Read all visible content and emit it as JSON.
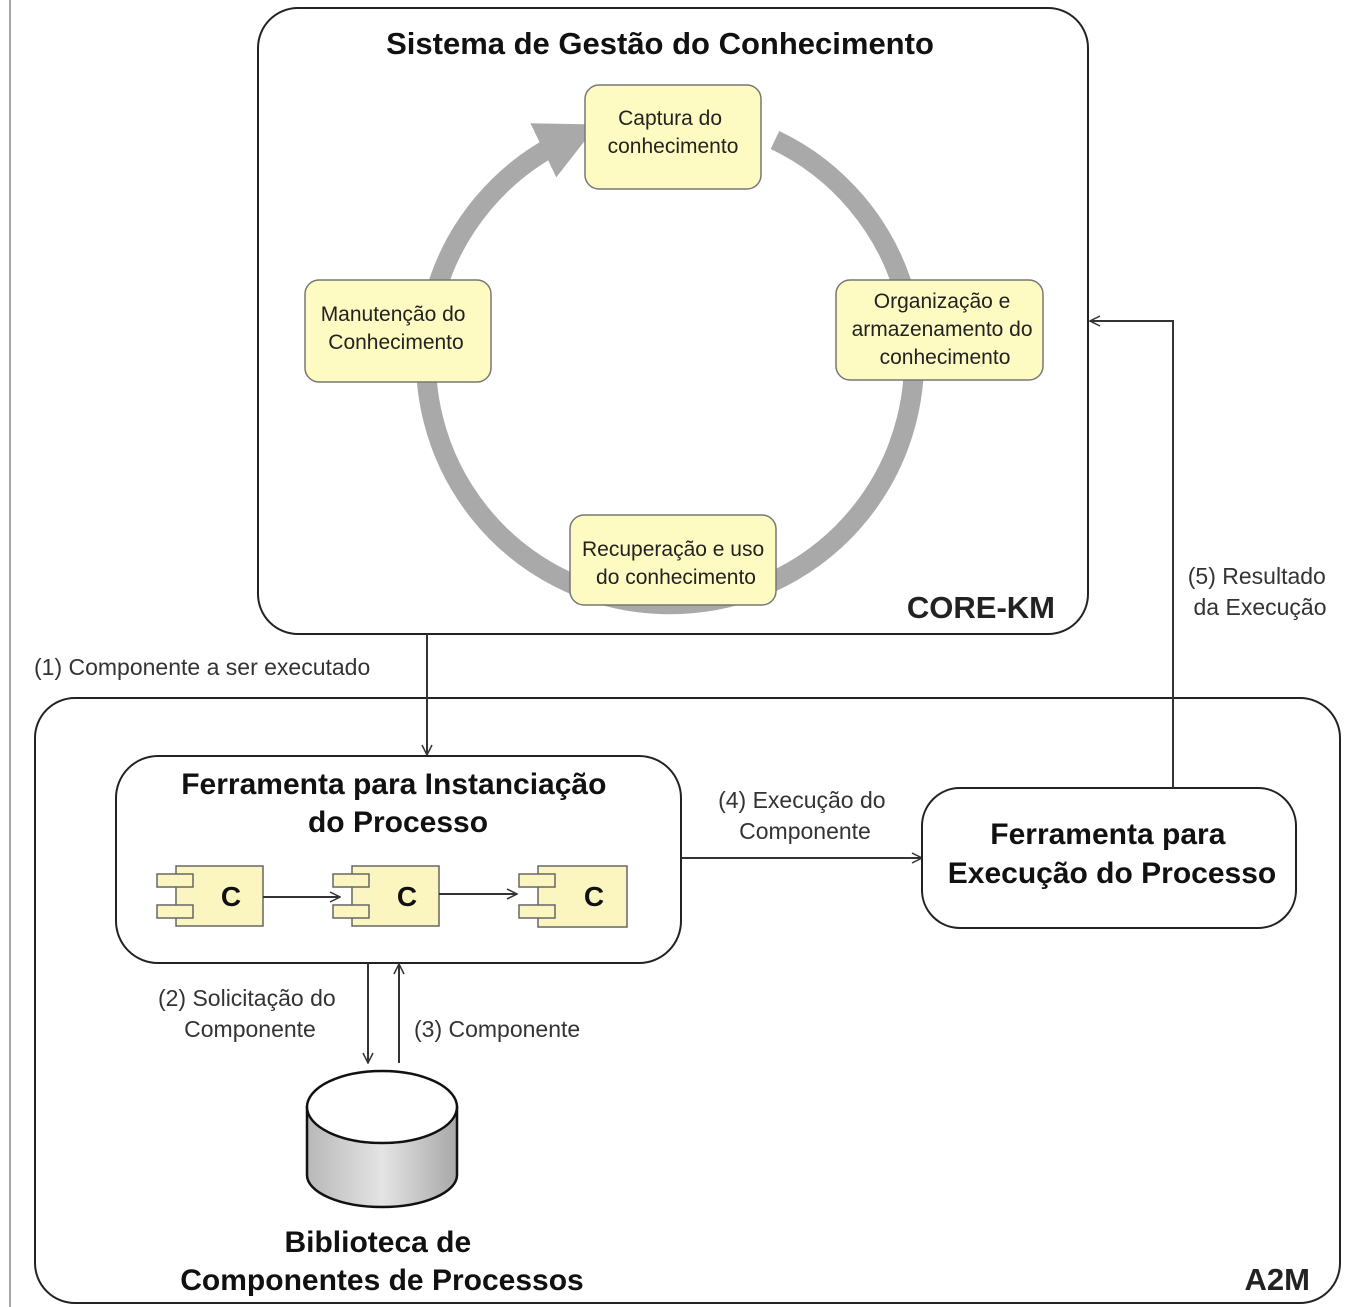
{
  "colors": {
    "core_km": "#6a8f2a",
    "a2m": "#2c5fa8",
    "stage_fill": "#fdfbc1",
    "component_fill": "#fbf6c0",
    "cycle": "#a9a9a9",
    "cylinder": "#c9c9c9"
  },
  "core_km": {
    "title": "Sistema de Gestão do Conhecimento",
    "brand": "CORE-KM",
    "stages": [
      {
        "lines": [
          "Captura do",
          "conhecimento"
        ]
      },
      {
        "lines": [
          "Organização e",
          "armazenamento do",
          "conhecimento"
        ]
      },
      {
        "lines": [
          "Recuperação e uso",
          "do conhecimento"
        ]
      },
      {
        "lines": [
          "Manutenção do",
          "Conhecimento"
        ]
      }
    ]
  },
  "a2m": {
    "brand": "A2M",
    "instanciacao": {
      "lines": [
        "Ferramenta para Instanciação",
        "do Processo"
      ]
    },
    "execucao": {
      "lines": [
        "Ferramenta para",
        "Execução do Processo"
      ]
    },
    "component_label": "C",
    "biblioteca": {
      "lines": [
        "Biblioteca de",
        "Componentes de Processos"
      ]
    }
  },
  "flows": {
    "f1": "(1) Componente a ser executado",
    "f2": [
      "(2) Solicitação do",
      "Componente"
    ],
    "f3": "(3) Componente",
    "f4": [
      "(4) Execução do",
      "Componente"
    ],
    "f5": [
      "(5) Resultado",
      "da Execução"
    ]
  }
}
